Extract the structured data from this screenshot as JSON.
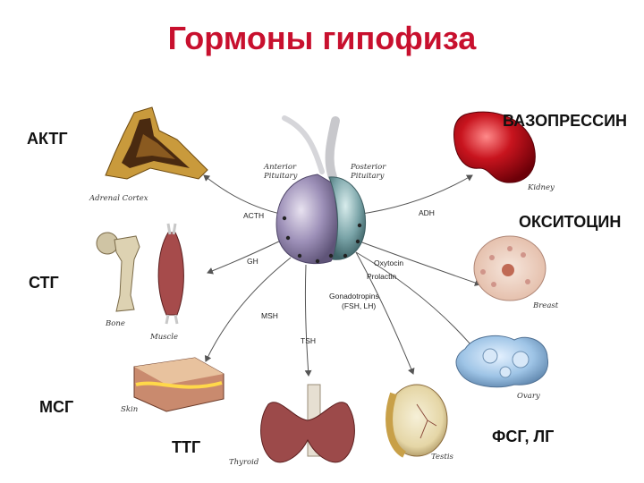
{
  "title": "Гормоны гипофиза",
  "russian_labels": {
    "actg": "АКТГ",
    "vasopressin": "ВАЗОПРЕССИН",
    "oxytocin": "ОКСИТОЦИН",
    "stg": "СТГ",
    "msg": "МСГ",
    "ttg": "ТТГ",
    "fsg_lg": "ФСГ, ЛГ"
  },
  "pituitary": {
    "anterior": "Anterior Pituitary",
    "posterior": "Posterior Pituitary"
  },
  "hormones": {
    "acth": "ACTH",
    "adh": "ADH",
    "gh": "GH",
    "oxytocin": "Oxytocin",
    "prolactin": "Prolactin",
    "gonadotropins": "Gonadotropins",
    "gonadotropins_sub": "(FSH, LH)",
    "msh": "MSH",
    "tsh": "TSH"
  },
  "organs": {
    "adrenal": "Adrenal Cortex",
    "kidney": "Kidney",
    "breast": "Breast",
    "bone": "Bone",
    "muscle": "Muscle",
    "skin": "Skin",
    "thyroid": "Thyroid",
    "testis": "Testis",
    "ovary": "Ovary"
  },
  "colors": {
    "title": "#c8102e",
    "anterior_lobe": "#8d7fa8",
    "posterior_lobe": "#6f9a9f",
    "kidney": "#b0101c",
    "arrow": "#555555"
  }
}
